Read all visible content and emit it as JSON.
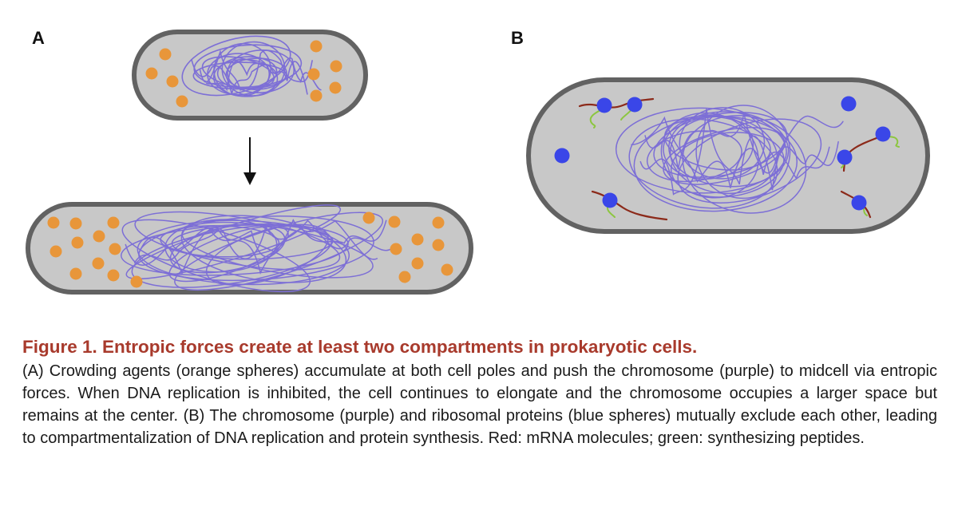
{
  "figure": {
    "panel_a_label": "A",
    "panel_b_label": "B",
    "colors": {
      "cell_fill": "#c8c8c8",
      "cell_outline": "#626262",
      "crowders": "#e8963a",
      "chromosome": "#7d6fd6",
      "ribosomes": "#3a46e8",
      "mrna": "#8c2a1a",
      "peptides": "#8cc63f"
    }
  },
  "caption": {
    "title": "Figure 1.  Entropic forces create at least two compartments in prokaryotic cells.",
    "body": "(A) Crowding agents (orange spheres) accumulate at both cell poles and push the chromosome (purple) to midcell via entropic forces. When DNA replication is inhibited, the cell continues to elongate and the chromosome occupies a larger space but remains at the center. (B) The chromosome (purple) and ribosomal proteins (blue spheres) mutually exclude each other, leading to compartmentalization of DNA replication and protein synthesis. Red: mRNA molecules; green: synthesizing peptides."
  }
}
